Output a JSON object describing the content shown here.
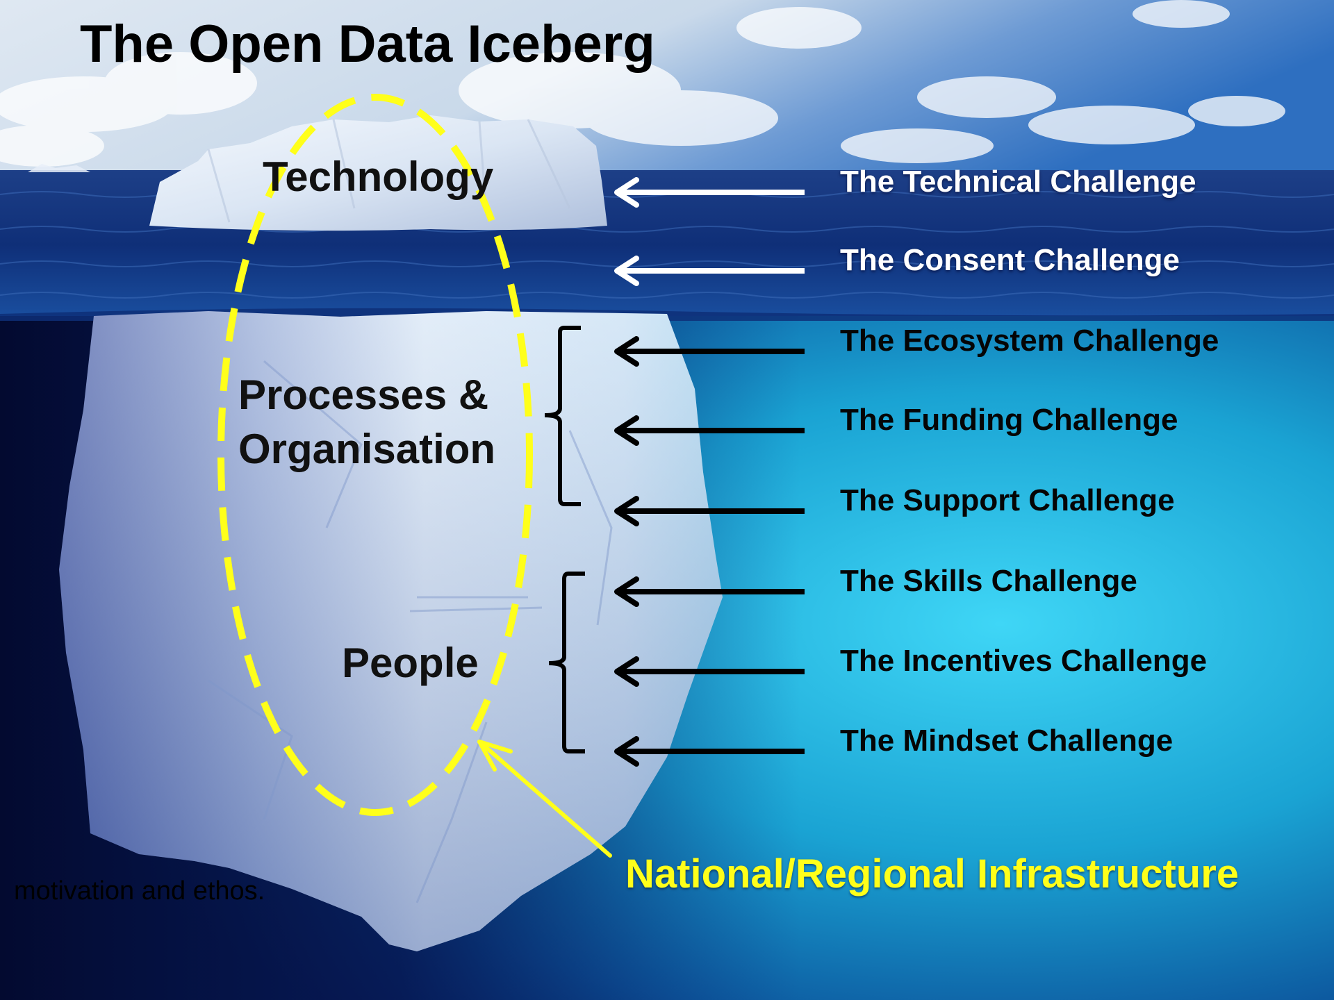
{
  "title": "The Open Data Iceberg",
  "tiers": {
    "technology": "Technology",
    "processes_line1": "Processes &",
    "processes_line2": "Organisation",
    "people": "People"
  },
  "challenges": [
    {
      "label": "The Technical Challenge",
      "zone": "above-water"
    },
    {
      "label": "The Consent Challenge",
      "zone": "above-water"
    },
    {
      "label": "The Ecosystem Challenge",
      "zone": "below-water"
    },
    {
      "label": "The Funding Challenge",
      "zone": "below-water"
    },
    {
      "label": "The Support Challenge",
      "zone": "below-water"
    },
    {
      "label": "The Skills Challenge",
      "zone": "below-water"
    },
    {
      "label": "The Incentives Challenge",
      "zone": "below-water"
    },
    {
      "label": "The Mindset Challenge",
      "zone": "below-water"
    }
  ],
  "callout": "National/Regional Infrastructure",
  "footnote": "motivation and ethos.",
  "colors": {
    "sky_top": "#2e6fc0",
    "sea_surface": "#0b2a6e",
    "underwater_light": "#35c8ee",
    "underwater_dark": "#041042",
    "ice": "#dfeaf7",
    "dashed_ellipse": "#ffff1a",
    "arrow_above": "#ffffff",
    "arrow_below": "#000000"
  }
}
